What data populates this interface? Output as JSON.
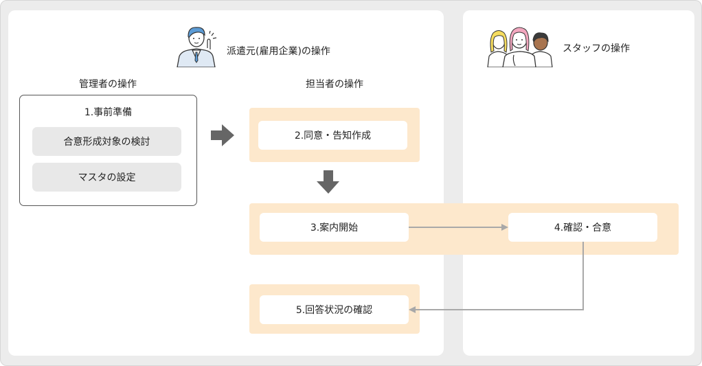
{
  "headers": {
    "company": "派遣元(雇用企業)の操作",
    "staff": "スタッフの操作",
    "admin": "管理者の操作",
    "operator": "担当者の操作"
  },
  "admin_box": {
    "title": "1.事前準備",
    "items": [
      "合意形成対象の検討",
      "マスタの設定"
    ]
  },
  "steps": {
    "consent_notice": "2.同意・告知作成",
    "guide_start": "3.案内開始",
    "confirm_agree": "4.確認・合意",
    "check_responses": "5.回答状況の確認"
  },
  "colors": {
    "band": "#fde8cc",
    "arrow_block": "#666666",
    "arrow_line": "#a8a8a8",
    "panel_bg": "#ececec",
    "person_blue": "#5b9bd5"
  },
  "icons": {
    "company": "businessman-icon",
    "staff": "staff-group-icon"
  }
}
